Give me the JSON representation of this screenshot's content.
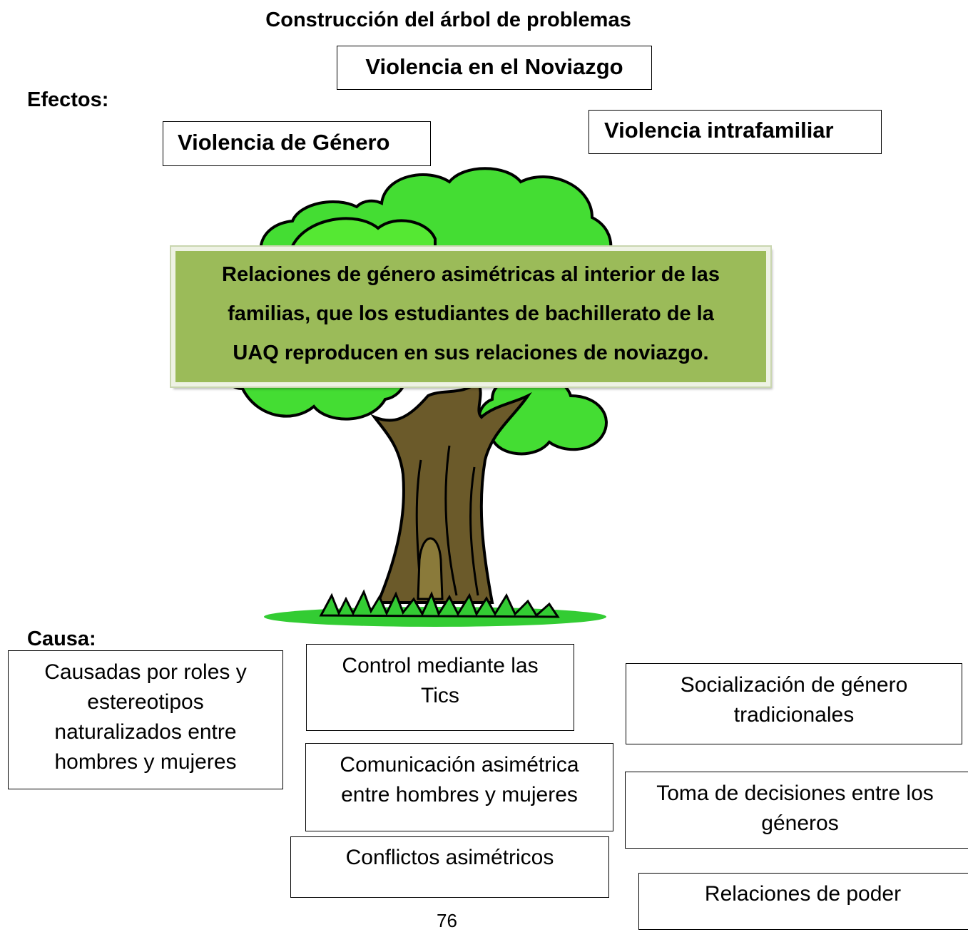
{
  "title": "Construcción del árbol de problemas",
  "top_effect": "Violencia en el Noviazgo",
  "effects_label": "Efectos:",
  "effects": [
    "Violencia de Género",
    "Violencia intrafamiliar"
  ],
  "core_problem": {
    "line1": "Relaciones de género asimétricas al interior de las",
    "line2": "familias, que  los estudiantes de bachillerato de la",
    "line3": "UAQ reproducen en sus relaciones de noviazgo."
  },
  "causes_label": "Causa:",
  "causes": {
    "roles": {
      "line1": "Causadas por roles y",
      "line2": "estereotipos",
      "line3": "naturalizados entre",
      "line4": "hombres y mujeres"
    },
    "tics": {
      "line1": "Control mediante las",
      "line2": "Tics"
    },
    "comunicacion": {
      "line1": "Comunicación asimétrica",
      "line2": "entre hombres y mujeres"
    },
    "conflictos": {
      "line1": "Conflictos  asimétricos"
    },
    "socializacion": {
      "line1": "Socialización de género",
      "line2": "tradicionales"
    },
    "decisiones": {
      "line1": "Toma de decisiones entre los",
      "line2": "géneros"
    },
    "poder": {
      "line1": "Relaciones de poder"
    }
  },
  "page_number": "76",
  "colors": {
    "foliage": "#33cc33",
    "foliage_light": "#66ee44",
    "trunk": "#6b5a2a",
    "core_box": "#9bbb59"
  }
}
